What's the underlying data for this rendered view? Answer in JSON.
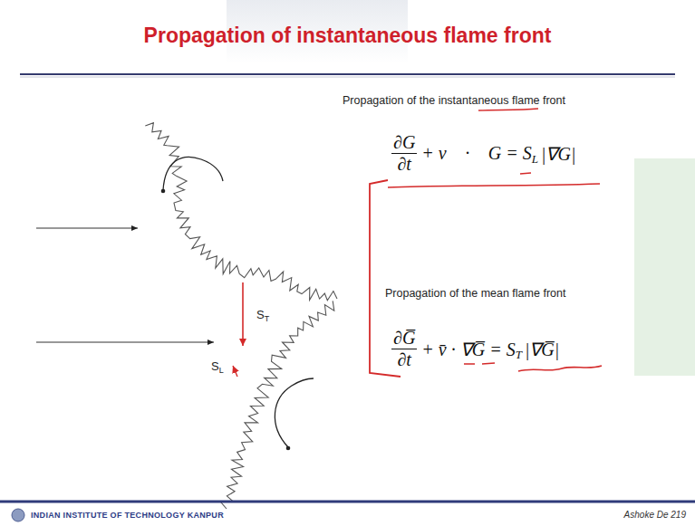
{
  "diagram": {
    "title": "Propagation of instantaneous flame front",
    "labels": [
      "Propagation of the instantaneous flame front",
      "∂G",
      "∂t",
      "+ v⃗ · ∇G = S",
      "L",
      "|∇G|",
      "Propagation of the mean flame front",
      "∂G̅",
      "∂t",
      "+ v̄ · ∇G̅ = S",
      "T",
      "|∇G̅|",
      "S",
      "T",
      "S",
      "L",
      "INDIAN INSTITUTE OF TECHNOLOGY KANPUR",
      "Ashoke De 219"
    ]
  }
}
